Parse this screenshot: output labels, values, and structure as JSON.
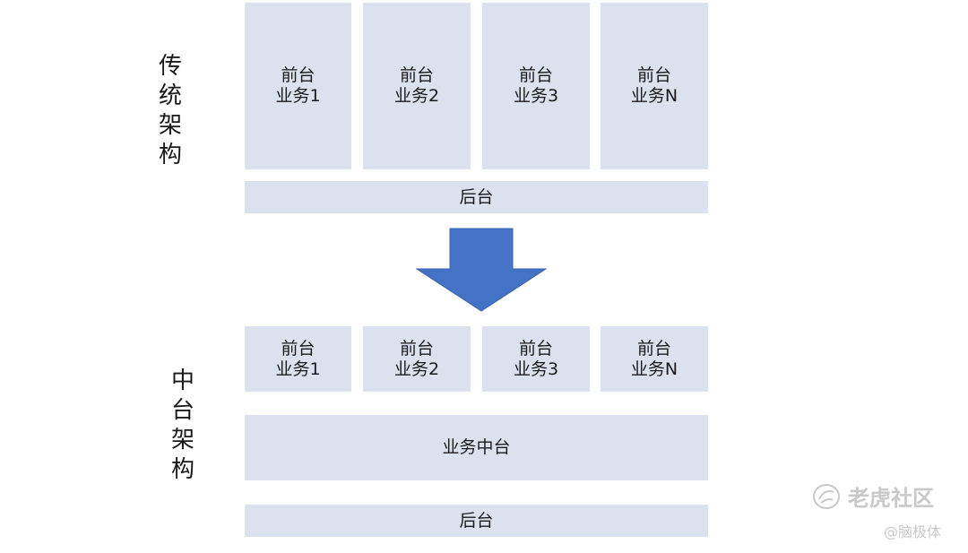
{
  "traditional": {
    "label_chars": [
      "传",
      "统",
      "架",
      "构"
    ],
    "front_boxes": [
      {
        "line1": "前台",
        "line2": "业务1"
      },
      {
        "line1": "前台",
        "line2": "业务2"
      },
      {
        "line1": "前台",
        "line2": "业务3"
      },
      {
        "line1": "前台",
        "line2": "业务N"
      }
    ],
    "backend": "后台"
  },
  "middle": {
    "label_chars": [
      "中",
      "台",
      "架",
      "构"
    ],
    "front_boxes": [
      {
        "line1": "前台",
        "line2": "业务1"
      },
      {
        "line1": "前台",
        "line2": "业务2"
      },
      {
        "line1": "前台",
        "line2": "业务3"
      },
      {
        "line1": "前台",
        "line2": "业务N"
      }
    ],
    "business_middle": "业务中台",
    "backend": "后台"
  },
  "arrow_color": "#4472c4",
  "box_color": "#dbe1ee",
  "watermark": {
    "main": "老虎社区",
    "sub": "@脑极体"
  }
}
